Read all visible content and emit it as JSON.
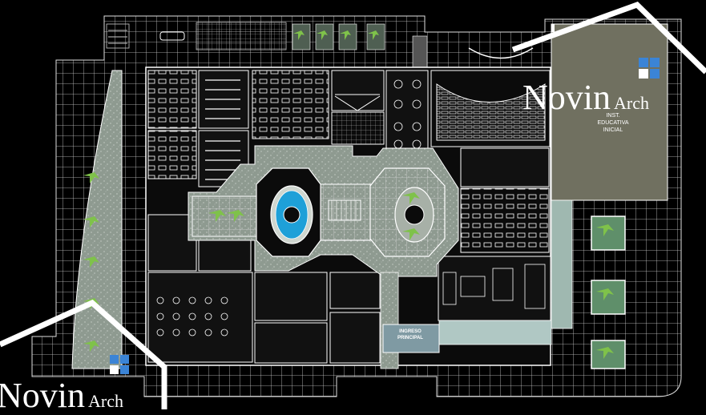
{
  "labels": {
    "inst_line1": "INST.",
    "inst_line2": "EDUCATIVA",
    "inst_line3": "INICIAL",
    "entrance_line1": "INGRESO",
    "entrance_line2": "PRINCIPAL"
  },
  "watermark": {
    "brand": "Novin",
    "brand_suffix": "Arch"
  },
  "colors": {
    "background": "#000000",
    "grid": "#d8d8d8",
    "walls": "#ffffff",
    "courtyard_fill": "#8e9a90",
    "kindergarten_fill": "#707060",
    "entrance_fill": "#7f9aa3",
    "pool_water": "#1ea0d8",
    "planter_fill": "#5f8f6a",
    "tree": "#7fc24a",
    "logo_blue": "#3b84d6",
    "text": "#ffffff"
  }
}
